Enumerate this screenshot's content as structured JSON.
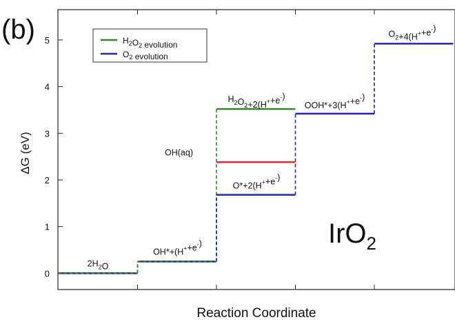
{
  "panel_label": "(b)",
  "material_label": {
    "base": "IrO",
    "sub": "2"
  },
  "chart_data": {
    "type": "line",
    "subtype": "step-energy-diagram",
    "xlabel": "Reaction Coordinate",
    "ylabel": "ΔG (eV)",
    "ylim": [
      -0.35,
      5.65
    ],
    "yticks": [
      0,
      1,
      2,
      3,
      4,
      5
    ],
    "legend": {
      "placement": "top-left",
      "entries": [
        {
          "label_parts": [
            "H",
            "2",
            "O",
            "2",
            " evolution"
          ],
          "color": "#2e8b22"
        },
        {
          "label_parts": [
            "O",
            "2",
            " evolution"
          ],
          "color": "#1f28b0"
        }
      ]
    },
    "colors": {
      "h2o2": "#2e8b22",
      "o2": "#1f28b0",
      "oh_aq": "#e02b2b"
    },
    "levels": [
      {
        "step": 0,
        "energy": 0.0,
        "label": "2H2O",
        "color": "o2h2o2"
      },
      {
        "step": 1,
        "energy": 0.25,
        "label": "OH*+(H+ +e-)",
        "color": "o2h2o2"
      },
      {
        "step": 2,
        "energy": 3.52,
        "label": "H2O2+2(H+ +e-)",
        "color": "h2o2"
      },
      {
        "step": 2,
        "energy": 2.38,
        "label": "OH(aq)",
        "color": "oh_aq"
      },
      {
        "step": 2,
        "energy": 1.68,
        "label": "O*+2(H+ +e-)",
        "color": "o2"
      },
      {
        "step": 3,
        "energy": 3.42,
        "label": "OOH*+3(H+ +e-)",
        "color": "o2"
      },
      {
        "step": 4,
        "energy": 4.92,
        "label": "O2+4(H+ +e-)",
        "color": "o2"
      }
    ]
  }
}
